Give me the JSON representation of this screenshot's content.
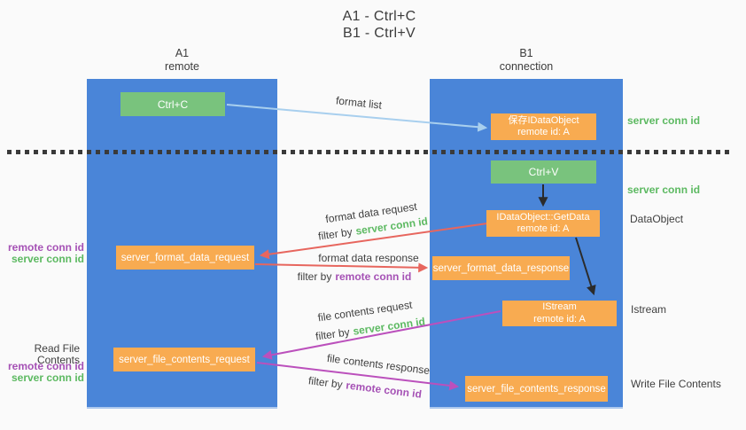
{
  "title": {
    "line1": "A1 - Ctrl+C",
    "line2": "B1 - Ctrl+V"
  },
  "lifelines": {
    "a1": {
      "name": "A1",
      "role": "remote"
    },
    "b1": {
      "name": "B1",
      "role": "connection"
    }
  },
  "boxes": {
    "ctrl_c": {
      "label": "Ctrl+C"
    },
    "save_idataobject": {
      "line1": "保存IDataObject",
      "line2": "remote id: A"
    },
    "ctrl_v": {
      "label": "Ctrl+V"
    },
    "getdata": {
      "line1": "IDataObject::GetData",
      "line2": "remote id: A"
    },
    "format_request": {
      "label": "server_format_data_request"
    },
    "format_response": {
      "label": "server_format_data_response"
    },
    "istream": {
      "line1": "IStream",
      "line2": "remote id: A"
    },
    "file_request": {
      "label": "server_file_contents_request"
    },
    "file_response": {
      "label": "server_file_contents_response"
    }
  },
  "flow_labels": {
    "format_list": "format list",
    "format_data_request": "format data request",
    "format_data_response": "format data response",
    "file_contents_request": "file contents request",
    "file_contents_response": "file contents response",
    "filter_by": "filter by",
    "server_conn_id": "server conn id",
    "remote_conn_id": "remote conn id"
  },
  "side_labels": {
    "right_server_conn_id_top": "server conn id",
    "right_server_conn_id_mid": "server conn id",
    "dataobject": "DataObject",
    "istream": "Istream",
    "write_file_contents": "Write File Contents",
    "left_remote_conn_id_top": "remote conn id",
    "left_server_conn_id_top": "server conn id",
    "read_file_contents": "Read File Contents",
    "left_remote_conn_id_bottom": "remote conn id",
    "left_server_conn_id_bottom": "server conn id"
  },
  "colors": {
    "lifeline_blue": "#4a85d8",
    "action_green": "#79c37d",
    "message_orange": "#f8ab51",
    "format_list_arrow": "#a8cfee",
    "format_data_arrow": "#e7665e",
    "file_contents_arrow": "#bb50bc",
    "server_conn_id_text": "#5cb961",
    "remote_conn_id_text": "#a551b5"
  }
}
